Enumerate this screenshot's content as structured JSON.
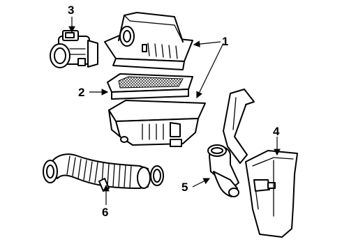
{
  "callouts": [
    {
      "id": "1",
      "text": "1"
    },
    {
      "id": "2",
      "text": "2"
    },
    {
      "id": "3",
      "text": "3"
    },
    {
      "id": "4",
      "text": "4"
    },
    {
      "id": "5",
      "text": "5"
    },
    {
      "id": "6",
      "text": "6"
    }
  ],
  "parts": [
    {
      "callout": "1",
      "icon": "air-cleaner-housing"
    },
    {
      "callout": "2",
      "icon": "air-filter-element"
    },
    {
      "callout": "3",
      "icon": "mass-airflow-sensor"
    },
    {
      "callout": "4",
      "icon": "resonator-shield"
    },
    {
      "callout": "5",
      "icon": "intake-duct"
    },
    {
      "callout": "6",
      "icon": "corrugated-intake-hose"
    }
  ]
}
